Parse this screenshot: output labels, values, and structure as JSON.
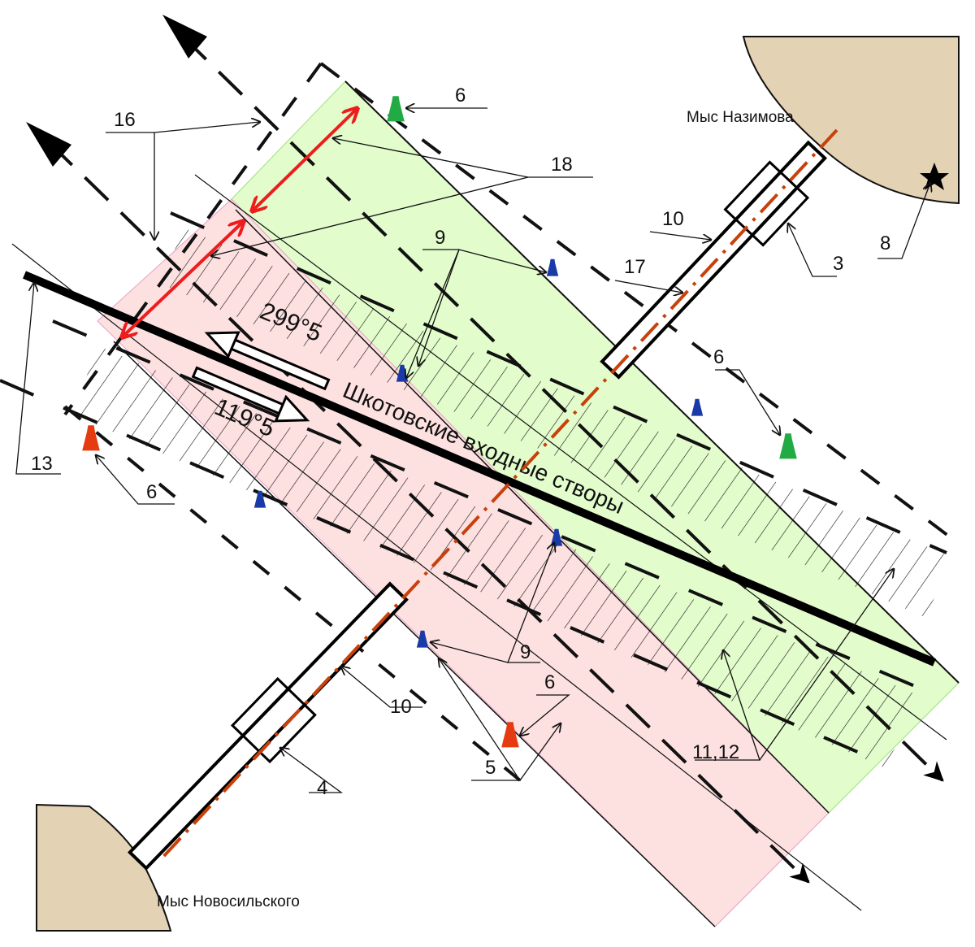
{
  "title": "Шкотовские входные створы",
  "bearings": {
    "outbound": "299°5",
    "inbound": "119°5"
  },
  "capes": {
    "north": "Мыс Назимова",
    "south": "Мыс Новосильского"
  },
  "callouts": {
    "c16": "16",
    "c6a": "6",
    "c18": "18",
    "c9a": "9",
    "c10a": "10",
    "c17": "17",
    "c3": "3",
    "c8": "8",
    "c6b": "6",
    "c13": "13",
    "c6c": "6",
    "c9b": "9",
    "c6d": "6",
    "c10b": "10",
    "c5": "5",
    "c4": "4",
    "c1112": "11,12"
  },
  "colors": {
    "green_zone": "#e2fccc",
    "pink_zone": "#fde0e0",
    "land": "#e3d2b4",
    "red_arrow": "#ee1c1c",
    "axis_orange": "#c8400a",
    "buoy_green": "#22aa44",
    "buoy_blue": "#1a3aa8",
    "buoy_red": "#e63a10"
  }
}
